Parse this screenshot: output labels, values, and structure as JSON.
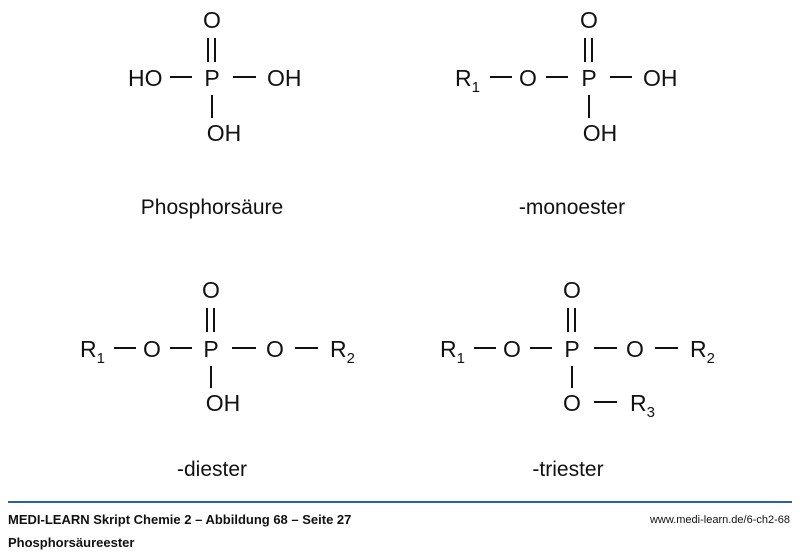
{
  "structures": {
    "acid": {
      "top": "O",
      "left": "HO",
      "center": "P",
      "right": "OH",
      "bottom": "OH",
      "label": "Phosphorsäure"
    },
    "mono": {
      "top": "O",
      "r": "R",
      "r_sub": "1",
      "o1": "O",
      "center": "P",
      "right": "OH",
      "bottom": "OH",
      "label": "-monoester"
    },
    "di": {
      "top": "O",
      "r1": "R",
      "r1_sub": "1",
      "o1": "O",
      "center": "P",
      "o2": "O",
      "r2": "R",
      "r2_sub": "2",
      "bottom": "OH",
      "label": "-diester"
    },
    "tri": {
      "top": "O",
      "r1": "R",
      "r1_sub": "1",
      "o1": "O",
      "center": "P",
      "o2": "O",
      "r2": "R",
      "r2_sub": "2",
      "o3": "O",
      "r3": "R",
      "r3_sub": "3",
      "label": "-triester"
    }
  },
  "footer": {
    "title": "MEDI-LEARN Skript Chemie 2 – Abbildung 68 – Seite 27",
    "subtitle": "Phosphorsäureester",
    "url": "www.medi-learn.de/6-ch2-68",
    "rule_color": "#2a5cbf"
  }
}
